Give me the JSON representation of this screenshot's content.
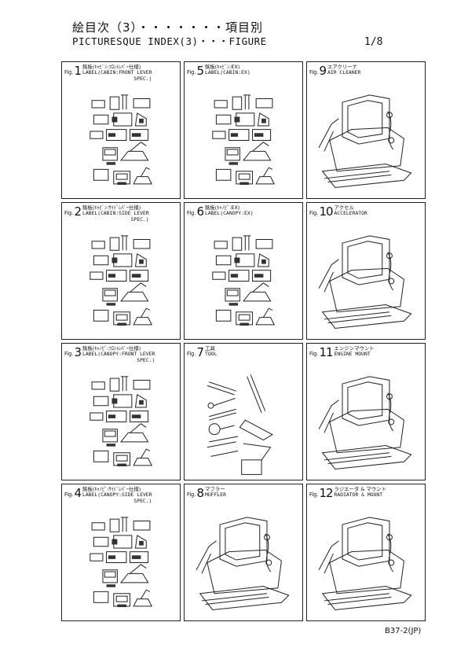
{
  "header": {
    "title_jp": "絵目次（3）・・・・・・・項目別",
    "title_en": "PICTURESQUE INDEX(3)・・・FIGURE",
    "page": "1/8"
  },
  "footer": {
    "code": "B37-2(JP)"
  },
  "figures": [
    {
      "fig": "Fig.",
      "num": "1",
      "jp": "銘板(ｷｬﾋﾞﾝ:ﾌﾛﾝﾄﾚﾊﾞｰ仕様)",
      "en": "LABEL(CABIN:FRONT LEVER",
      "spec": "SPEC.)",
      "art": "labels",
      "icon": "label-sheet-icon"
    },
    {
      "fig": "Fig.",
      "num": "5",
      "jp": "銘板(ｷｬﾋﾞﾝ:EX)",
      "en": "LABEL(CABIN:EX)",
      "spec": "",
      "art": "labels",
      "icon": "label-sheet-icon"
    },
    {
      "fig": "Fig.",
      "num": "9",
      "jp": "エアクリーナ",
      "en": "AIR CLEANER",
      "spec": "",
      "art": "machine",
      "icon": "excavator-air-cleaner-icon"
    },
    {
      "fig": "Fig.",
      "num": "2",
      "jp": "銘板(ｷｬﾋﾞﾝ:ｻｲﾄﾞﾚﾊﾞｰ仕様)",
      "en": "LABEL(CABIN:SIDE LEVER",
      "spec": "SPEC.)",
      "art": "labels",
      "icon": "label-sheet-icon"
    },
    {
      "fig": "Fig.",
      "num": "6",
      "jp": "銘板(ｷｬﾉﾋﾟ:EX)",
      "en": "LABEL(CANOPY:EX)",
      "spec": "",
      "art": "labels",
      "icon": "label-sheet-icon"
    },
    {
      "fig": "Fig.",
      "num": "10",
      "jp": "アクセル",
      "en": "ACCELERATOR",
      "spec": "",
      "art": "machine",
      "icon": "excavator-accelerator-icon"
    },
    {
      "fig": "Fig.",
      "num": "3",
      "jp": "銘板(ｷｬﾉﾋﾟ:ﾌﾛﾝﾄﾚﾊﾞｰ仕様)",
      "en": "LABEL(CANOPY:FRONT LEVER",
      "spec": "SPEC.)",
      "art": "labels",
      "icon": "label-sheet-icon"
    },
    {
      "fig": "Fig.",
      "num": "7",
      "jp": "工具",
      "en": "TOOL",
      "spec": "",
      "art": "tools",
      "icon": "tool-set-icon"
    },
    {
      "fig": "Fig.",
      "num": "11",
      "jp": "エンジンマウント",
      "en": "ENGINE MOUNT",
      "spec": "",
      "art": "machine",
      "icon": "excavator-engine-mount-icon"
    },
    {
      "fig": "Fig.",
      "num": "4",
      "jp": "銘板(ｷｬﾉﾋﾟ:ｻｲﾄﾞﾚﾊﾞｰ仕様)",
      "en": "LABEL(CANOPY:SIDE LEVER",
      "spec": "SPEC.)",
      "art": "labels",
      "icon": "label-sheet-icon"
    },
    {
      "fig": "Fig.",
      "num": "8",
      "jp": "マフラー",
      "en": "MUFFLER",
      "spec": "",
      "art": "machine",
      "icon": "excavator-muffler-icon"
    },
    {
      "fig": "Fig.",
      "num": "12",
      "jp": "ラジエータ & マウント",
      "en": "RADIATOR & MOUNT",
      "spec": "",
      "art": "machine",
      "icon": "excavator-radiator-icon"
    }
  ]
}
